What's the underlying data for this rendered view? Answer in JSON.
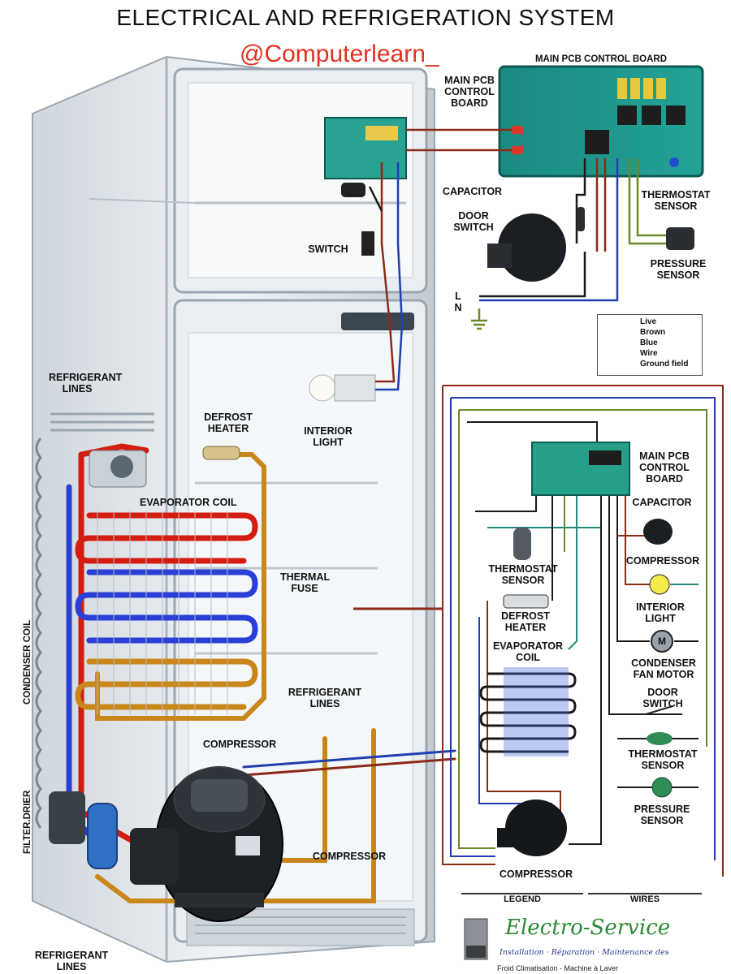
{
  "header": {
    "title": "ELECTRICAL AND REFRIGERATION SYSTEM",
    "handle": "@Computerlearn_"
  },
  "top_panel": {
    "pcb_title": "MAIN PCB CONTROL BOARD",
    "pcb_side_label": "MAIN PCB CONTROL BOARD",
    "capacitor": "CAPACITOR",
    "door_switch": "DOOR SWITCH",
    "thermostat_sensor": "THERMOSTAT SENSOR",
    "pressure_sensor": "PRESSURE SENSOR",
    "switch": "SWITCH",
    "line_l": "L",
    "line_n": "N"
  },
  "legend": {
    "items": [
      "Live",
      "Brown",
      "Blue",
      "Wire",
      "Ground field"
    ],
    "colors": [
      "#8b2a16",
      "#8b5a2b",
      "#1f3fb0",
      "#1a1a1a",
      "#6a8a2a"
    ]
  },
  "fridge": {
    "refrigerant_lines_top": "REFRIGERANT LINES",
    "defrost_heater": "DEFROST HEATER",
    "interior_light": "INTERIOR LIGHT",
    "evaporator_coil": "EVAPORATOR COIL",
    "thermal_fuse": "THERMAL FUSE",
    "refrigerant_lines_mid": "REFRIGERANT LINES",
    "compressor_top": "COMPRESSOR",
    "compressor_bottom": "COMPRESSOR",
    "condenser_coil": "CONDENSER COIL",
    "filter_drier": "FILTER.DRIER",
    "refrigerant_lines_bottom": "REFRIGERANT LINES"
  },
  "schematic": {
    "pcb": "MAIN PCB CONTROL BOARD",
    "capacitor": "CAPACITOR",
    "compressor_small": "COMPRESSOR",
    "thermostat_sensor": "THERMOSTAT SENSOR",
    "interior_light": "INTERIOR LIGHT",
    "defrost_heater": "DEFROST HEATER",
    "evaporator_coil": "EVAPORATOR COIL",
    "condenser_fan_motor": "CONDENSER FAN MOTOR",
    "motor_letter": "M",
    "door_switch": "DOOR SWITCH",
    "thermostat_sensor_2": "THERMOSTAT SENSOR",
    "pressure_sensor": "PRESSURE SENSOR",
    "compressor_main": "COMPRESSOR"
  },
  "footer": {
    "legend_tab": "LEGEND",
    "wires_tab": "WIRES",
    "brand": "Electro-Service",
    "tagline": "Installation · Réparation · Maintenance des",
    "tagline2": "Froid Climatisation - Machine à Laver"
  },
  "colors": {
    "live": "#8b2a16",
    "blue": "#1f3fb0",
    "hot": "#d41c10",
    "cold": "#2a3fd6",
    "pipe": "#c9861a",
    "pcb": "#1c8f86",
    "ground": "#6a8a2a"
  }
}
